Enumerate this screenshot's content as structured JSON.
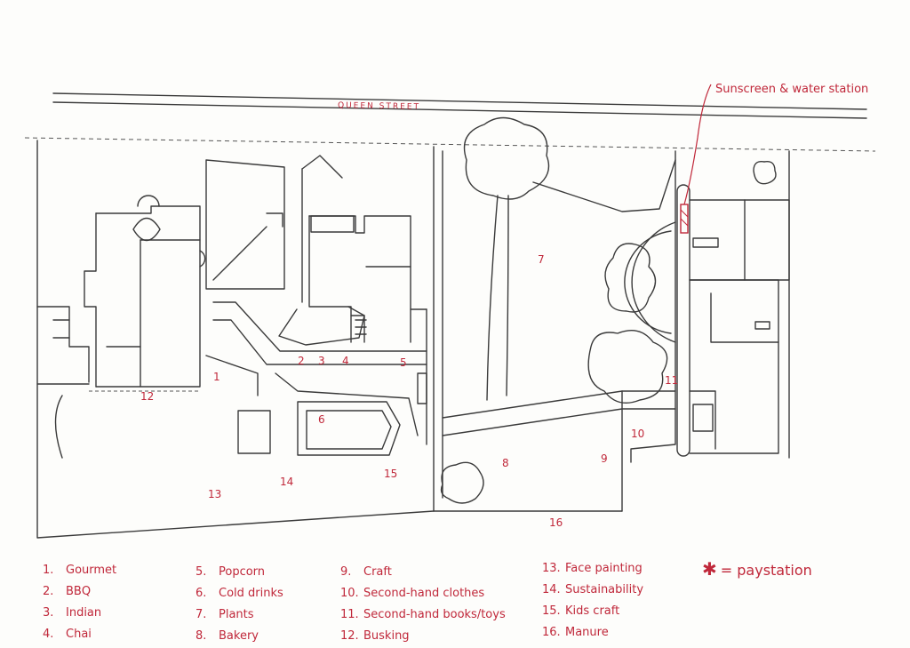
{
  "map": {
    "street_name": "QUEEN STREET",
    "annotation": "Sunscreen & water station",
    "zones": [
      {
        "id": "1",
        "label": "1"
      },
      {
        "id": "2",
        "label": "2"
      },
      {
        "id": "3",
        "label": "3"
      },
      {
        "id": "4",
        "label": "4"
      },
      {
        "id": "5",
        "label": "5"
      },
      {
        "id": "6",
        "label": "6"
      },
      {
        "id": "7",
        "label": "7"
      },
      {
        "id": "8",
        "label": "8"
      },
      {
        "id": "9",
        "label": "9"
      },
      {
        "id": "10",
        "label": "10"
      },
      {
        "id": "11",
        "label": "11"
      },
      {
        "id": "12",
        "label": "12"
      },
      {
        "id": "13",
        "label": "13"
      },
      {
        "id": "14",
        "label": "14"
      },
      {
        "id": "15",
        "label": "15"
      },
      {
        "id": "16",
        "label": "16"
      }
    ],
    "accent_color": "#c0283a"
  },
  "legend": {
    "col1": [
      {
        "num": "1.",
        "label": "Gourmet"
      },
      {
        "num": "2.",
        "label": "BBQ"
      },
      {
        "num": "3.",
        "label": "Indian"
      },
      {
        "num": "4.",
        "label": "Chai"
      }
    ],
    "col2": [
      {
        "num": "5.",
        "label": "Popcorn"
      },
      {
        "num": "6.",
        "label": "Cold drinks"
      },
      {
        "num": "7.",
        "label": "Plants"
      },
      {
        "num": "8.",
        "label": "Bakery"
      }
    ],
    "col3": [
      {
        "num": "9.",
        "label": "Craft"
      },
      {
        "num": "10.",
        "label": "Second-hand clothes"
      },
      {
        "num": "11.",
        "label": "Second-hand books/toys"
      },
      {
        "num": "12.",
        "label": "Busking"
      }
    ],
    "col4": [
      {
        "num": "13.",
        "label": "Face painting"
      },
      {
        "num": "14.",
        "label": "Sustainability"
      },
      {
        "num": "15.",
        "label": "Kids craft"
      },
      {
        "num": "16.",
        "label": "Manure"
      }
    ],
    "paystation": {
      "symbol": "✱",
      "label": "= paystation"
    }
  }
}
